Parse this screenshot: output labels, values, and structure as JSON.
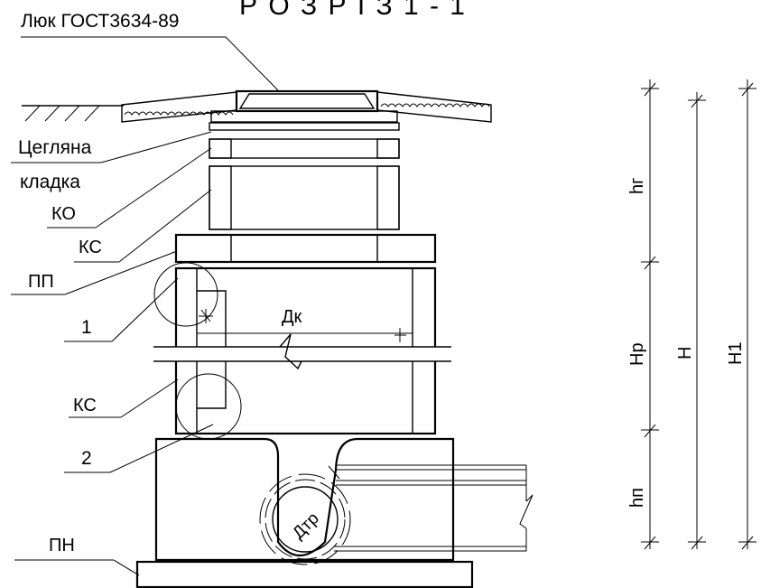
{
  "title": "Р О З Р І З   1 - 1",
  "labels": {
    "hatch": "Люк ГОСТ3634-89",
    "brick_line1": "Цегляна",
    "brick_line2": "кладка",
    "ko": "КО",
    "ks_upper": "КС",
    "pp": "ПП",
    "detail1": "1",
    "ks_lower": "КС",
    "detail2": "2",
    "pn": "ПН",
    "dk": "Дк",
    "dtr": "Дтр"
  },
  "dimensions": {
    "hg": "hг",
    "hr": "Hр",
    "hn": "hп",
    "h": "H",
    "h1": "H1"
  }
}
